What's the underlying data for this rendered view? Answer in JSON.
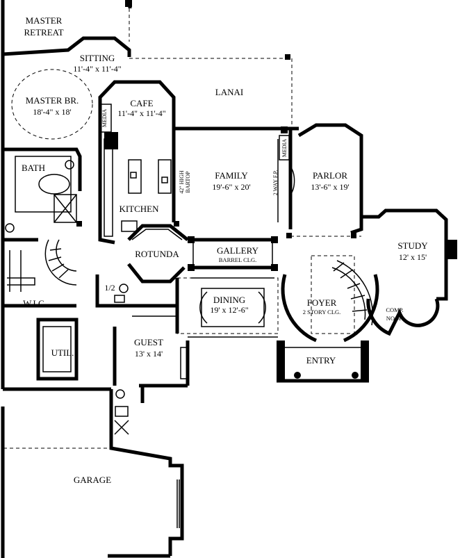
{
  "rooms": {
    "master_retreat": [
      "MASTER",
      "RETREAT"
    ],
    "sitting": {
      "name": "SITTING",
      "size": "11'-4\" x 11'-4\""
    },
    "lanai": {
      "name": "LANAI"
    },
    "master_bedroom": {
      "name": "MASTER BR.",
      "size": "18'-4\" x 18'"
    },
    "cafe": {
      "name": "CAFE",
      "size": "11'-4\" x 11'-4\""
    },
    "media_left": "MEDIA",
    "family": {
      "name": "FAMILY",
      "size": "19'-6\" x 20'"
    },
    "bartop": [
      "42\" HIGH",
      "BARTOP"
    ],
    "two_way_fp": "2 WAY F.P.",
    "media_right": "MEDIA",
    "parlor": {
      "name": "PARLOR",
      "size": "13'-6\" x 19'"
    },
    "bath": "BATH",
    "kitchen": "KITCHEN",
    "rotunda": "ROTUNDA",
    "gallery": {
      "name": "GALLERY",
      "note": "BARREL CLG."
    },
    "study": {
      "name": "STUDY",
      "size": "12' x 15'"
    },
    "wic": "W.I.C.",
    "half_bath": "1/2",
    "dining": {
      "name": "DINING",
      "size": "19' x 12'-6\""
    },
    "foyer": {
      "name": "FOYER",
      "note": "2 STORY CLG."
    },
    "comp_nook": [
      "COMP.",
      "NOOK"
    ],
    "guest": {
      "name": "GUEST",
      "size": "13' x 14'"
    },
    "util": "UTIL.",
    "entry": "ENTRY",
    "garage": "GARAGE"
  }
}
